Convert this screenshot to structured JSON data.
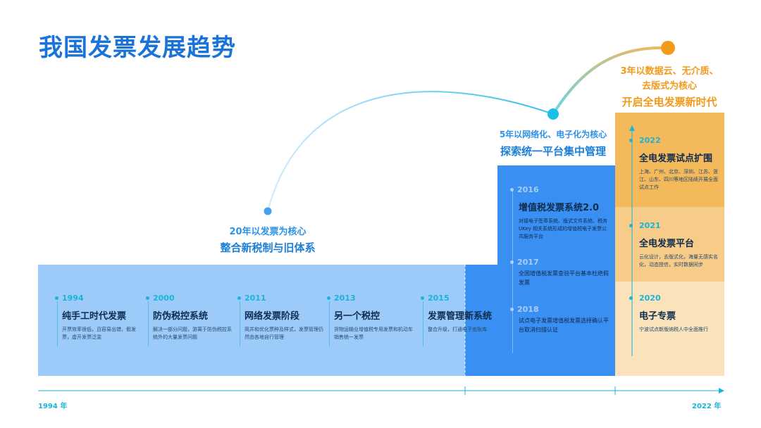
{
  "title": "我国发票发展趋势",
  "phases": [
    {
      "line1": "20年以发票为核心",
      "line2": "整合新税制与旧体系"
    },
    {
      "line1": "5年以网络化、电子化为核心",
      "line2": "探索统一平台集中管理"
    },
    {
      "line1": "3年以数据云、无介质、",
      "line1b": "去版式为核心",
      "line2": "开启全电发票新时代"
    }
  ],
  "milestones_stage1": [
    {
      "year": "1994",
      "title": "纯手工时代发票",
      "desc": "开票效率很低，且容易出错，假发票，虚开发票泛滥"
    },
    {
      "year": "2000",
      "title": "防伪税控系统",
      "desc": "解决一部分问题，游离于防伪税控系统外的大量发票问题"
    },
    {
      "year": "2011",
      "title": "网络发票阶段",
      "desc": "简并和优化票种及样式，发票管理仍然由各地自行管理"
    },
    {
      "year": "2013",
      "title": "另一个税控",
      "desc": "货物运输业增值税专用发票和机动车销售统一发票"
    },
    {
      "year": "2015",
      "title": "发票管理新系统",
      "desc": "整合升级，打通电子底账库"
    }
  ],
  "milestones_stage2": [
    {
      "year": "2016",
      "title": "增值税发票系统2.0",
      "desc": "对接电子签章系统、版式文件系统、税务 UKey 相关系统形成的增值税电子发票公共服务平台"
    },
    {
      "year": "2017",
      "title": "",
      "desc": "全国增值税发票查验平台基本杜绝假发票"
    },
    {
      "year": "2018",
      "title": "",
      "desc": "试点电子发票增值税发票选择确认平台取消扫描认证"
    }
  ],
  "milestones_stage3": [
    {
      "year": "2022",
      "title": "全电发票试点扩围",
      "desc": "上海、广州、北京、深圳、江苏、浙江、山东、四川等地区陆续开展全面试点工作"
    },
    {
      "year": "2021",
      "title": "全电发票平台",
      "desc": "云化设计，去版式化，海量无感实名化，动态授信，实时数据同步"
    },
    {
      "year": "2020",
      "title": "电子专票",
      "desc": "宁波试点新版纳税人中全面推行"
    }
  ],
  "axis": {
    "start": "1994 年",
    "end": "2022 年"
  },
  "colors": {
    "title": "#1a73d9",
    "stage1": "#9ccbfa",
    "stage2": "#3a8ff2",
    "stage3_top": "#f3b95a",
    "stage3_mid": "#f6cc88",
    "stage3_bottom": "#fae2bb",
    "accent": "#19b4d6",
    "orange": "#f29a1b"
  }
}
